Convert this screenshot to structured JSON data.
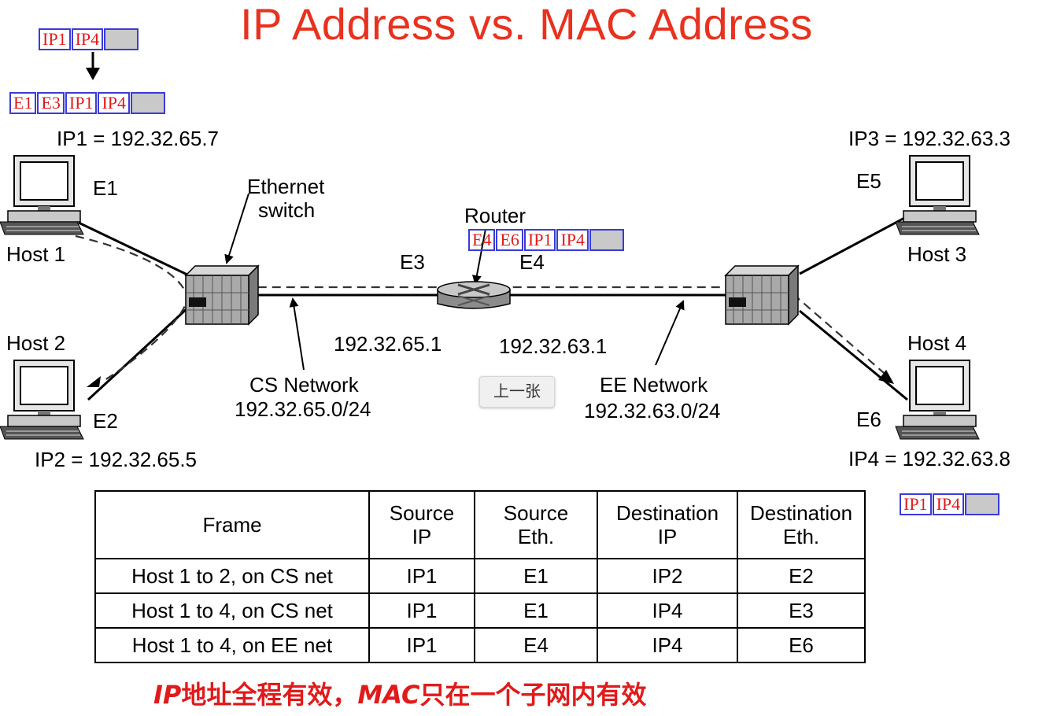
{
  "title": "IP Address vs. MAC Address",
  "packets": {
    "top": [
      "IP1",
      "IP4"
    ],
    "host1_frame": [
      "E1",
      "E3",
      "IP1",
      "IP4"
    ],
    "router_frame": [
      "E4",
      "E6",
      "IP1",
      "IP4"
    ],
    "host4": [
      "IP1",
      "IP4"
    ]
  },
  "labels": {
    "ip1": "IP1 = 192.32.65.7",
    "ip2": "IP2 = 192.32.65.5",
    "ip3": "IP3 = 192.32.63.3",
    "ip4": "IP4 = 192.32.63.8",
    "e1": "E1",
    "e2": "E2",
    "e3": "E3",
    "e4": "E4",
    "e5": "E5",
    "e6": "E6",
    "host1": "Host 1",
    "host2": "Host 2",
    "host3": "Host 3",
    "host4": "Host 4",
    "ethernet": "Ethernet",
    "switch": "switch",
    "router": "Router",
    "cs_gw": "192.32.65.1",
    "ee_gw": "192.32.63.1",
    "cs_net": "CS Network",
    "cs_prefix": "192.32.65.0/24",
    "ee_net": "EE Network",
    "ee_prefix": "192.32.63.0/24"
  },
  "table": {
    "headers": [
      [
        "Frame"
      ],
      [
        "Source",
        "IP"
      ],
      [
        "Source",
        "Eth."
      ],
      [
        "Destination",
        "IP"
      ],
      [
        "Destination",
        "Eth."
      ]
    ],
    "rows": [
      [
        "Host 1 to 2, on CS net",
        "IP1",
        "E1",
        "IP2",
        "E2"
      ],
      [
        "Host 1 to 4, on CS net",
        "IP1",
        "E1",
        "IP4",
        "E3"
      ],
      [
        "Host 1 to 4, on EE net",
        "IP1",
        "E4",
        "IP4",
        "E6"
      ]
    ]
  },
  "prev_button": "上一张",
  "caption_parts": [
    {
      "text": "IP",
      "style": "latin"
    },
    {
      "text": "地址全程有效，",
      "style": "cjk"
    },
    {
      "text": "MAC",
      "style": "latin"
    },
    {
      "text": "只在一个子网内有效",
      "style": "cjk"
    }
  ],
  "colors": {
    "title": "#e8321f",
    "packet_text": "#e01b1b",
    "packet_border": "#3a3bd8",
    "payload": "#c9c9c9"
  }
}
